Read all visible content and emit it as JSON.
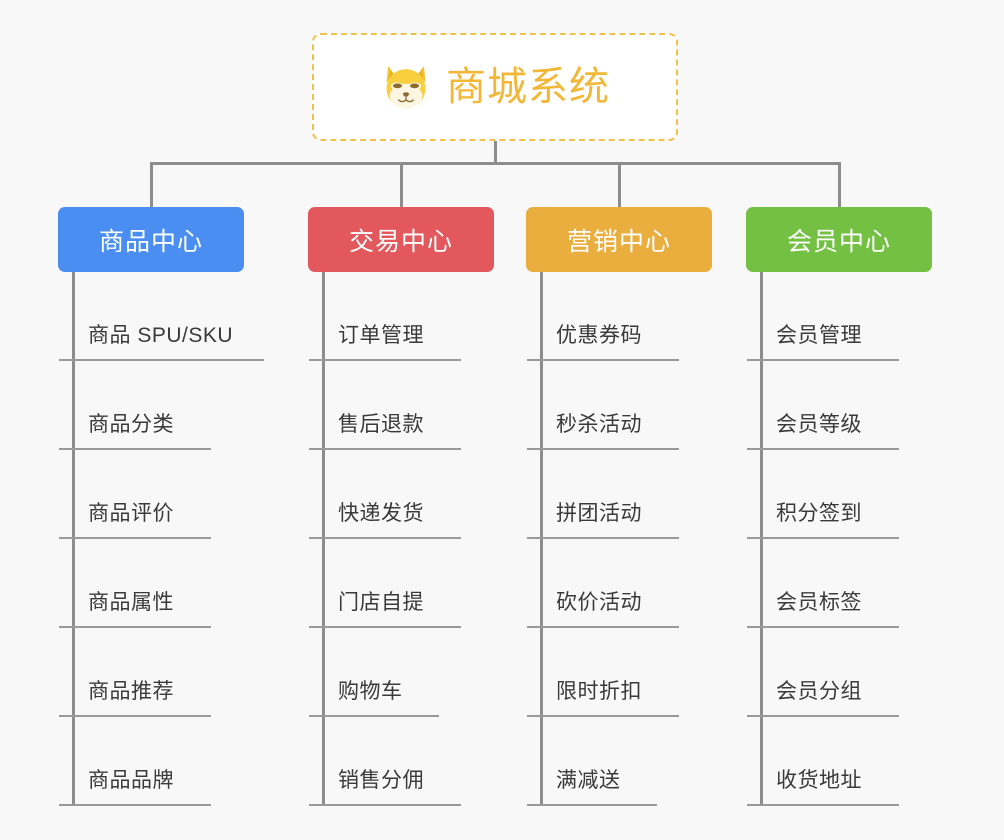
{
  "page": {
    "background_color": "#f8f8f8",
    "title": "商城系统"
  },
  "root": {
    "label": "商城系统",
    "icon": "shiba-dog-face-icon",
    "text_color": "#f2b736",
    "border_color": "#f2c14a",
    "background_color": "#ffffff"
  },
  "branches": [
    {
      "label": "商品中心",
      "color": "#4b8ef1",
      "width": 186,
      "items": [
        {
          "label": "商品 SPU/SKU",
          "underline_width": 205
        },
        {
          "label": "商品分类",
          "underline_width": 152
        },
        {
          "label": "商品评价",
          "underline_width": 152
        },
        {
          "label": "商品属性",
          "underline_width": 152
        },
        {
          "label": "商品推荐",
          "underline_width": 152
        },
        {
          "label": "商品品牌",
          "underline_width": 152
        }
      ]
    },
    {
      "label": "交易中心",
      "color": "#e2585c",
      "width": 186,
      "items": [
        {
          "label": "订单管理",
          "underline_width": 152
        },
        {
          "label": "售后退款",
          "underline_width": 152
        },
        {
          "label": "快递发货",
          "underline_width": 152
        },
        {
          "label": "门店自提",
          "underline_width": 152
        },
        {
          "label": "购物车",
          "underline_width": 130
        },
        {
          "label": "销售分佣",
          "underline_width": 152
        }
      ]
    },
    {
      "label": "营销中心",
      "color": "#e9ae3e",
      "width": 186,
      "items": [
        {
          "label": "优惠券码",
          "underline_width": 152
        },
        {
          "label": "秒杀活动",
          "underline_width": 152
        },
        {
          "label": "拼团活动",
          "underline_width": 152
        },
        {
          "label": "砍价活动",
          "underline_width": 152
        },
        {
          "label": "限时折扣",
          "underline_width": 152
        },
        {
          "label": "满减送",
          "underline_width": 130
        }
      ]
    },
    {
      "label": "会员中心",
      "color": "#73c043",
      "width": 186,
      "items": [
        {
          "label": "会员管理",
          "underline_width": 152
        },
        {
          "label": "会员等级",
          "underline_width": 152
        },
        {
          "label": "积分签到",
          "underline_width": 152
        },
        {
          "label": "会员标签",
          "underline_width": 152
        },
        {
          "label": "会员分组",
          "underline_width": 152
        },
        {
          "label": "收货地址",
          "underline_width": 152
        }
      ]
    }
  ],
  "connectors": {
    "color": "#8d8d8d"
  }
}
